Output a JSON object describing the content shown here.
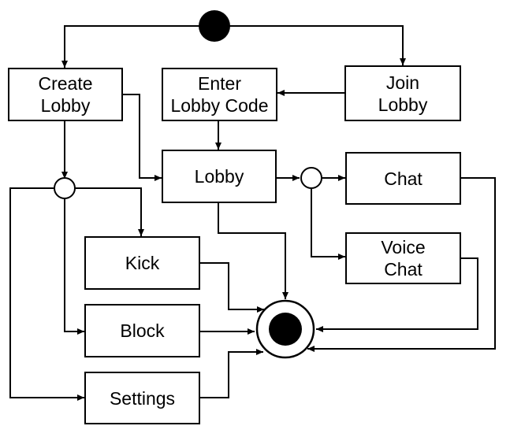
{
  "nodes": {
    "create_lobby": [
      "Create",
      "Lobby"
    ],
    "enter_lobby_code": [
      "Enter",
      "Lobby Code"
    ],
    "join_lobby": [
      "Join",
      "Lobby"
    ],
    "lobby": [
      "Lobby"
    ],
    "chat": [
      "Chat"
    ],
    "voice_chat": [
      "Voice",
      "Chat"
    ],
    "kick": [
      "Kick"
    ],
    "block": [
      "Block"
    ],
    "settings": [
      "Settings"
    ]
  }
}
